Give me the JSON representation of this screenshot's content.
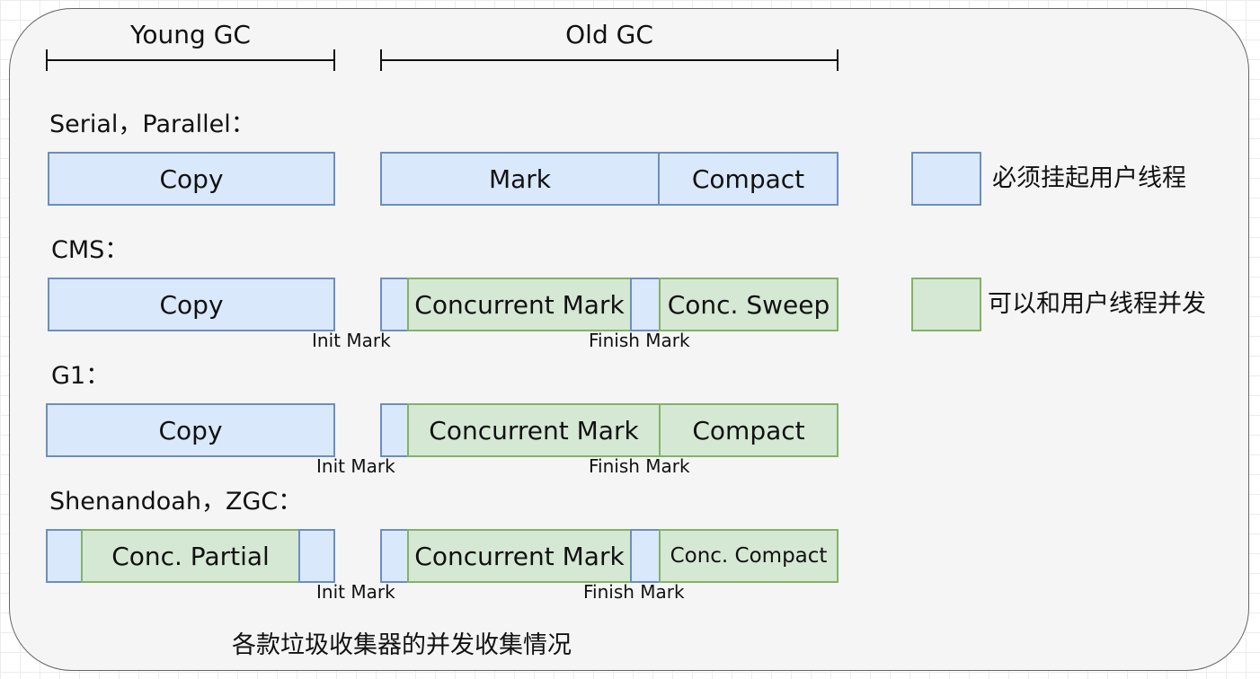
{
  "headers": {
    "young": "Young GC",
    "old": "Old GC"
  },
  "rows": {
    "serial": {
      "label": "Serial，Parallel：",
      "copy": "Copy",
      "mark": "Mark",
      "compact": "Compact"
    },
    "cms": {
      "label": "CMS：",
      "copy": "Copy",
      "init_mark": "Init Mark",
      "concurrent_mark": "Concurrent Mark",
      "finish_mark": "Finish Mark",
      "conc_sweep": "Conc. Sweep"
    },
    "g1": {
      "label": "G1：",
      "copy": "Copy",
      "init_mark": "Init Mark",
      "concurrent_mark": "Concurrent Mark",
      "finish_mark": "Finish Mark",
      "compact": "Compact"
    },
    "shenandoah": {
      "label": "Shenandoah，ZGC：",
      "conc_partial": "Conc. Partial",
      "init_mark": "Init Mark",
      "concurrent_mark": "Concurrent Mark",
      "finish_mark": "Finish Mark",
      "conc_compact": "Conc. Compact"
    }
  },
  "legend": {
    "stop_the_world": "必须挂起用户线程",
    "concurrent": "可以和用户线程并发"
  },
  "caption": "各款垃圾收集器的并发收集情况",
  "colors": {
    "stw_fill": "#dae8fc",
    "stw_border": "#6c8ebf",
    "concurrent_fill": "#d5e8d4",
    "concurrent_border": "#82b366"
  }
}
